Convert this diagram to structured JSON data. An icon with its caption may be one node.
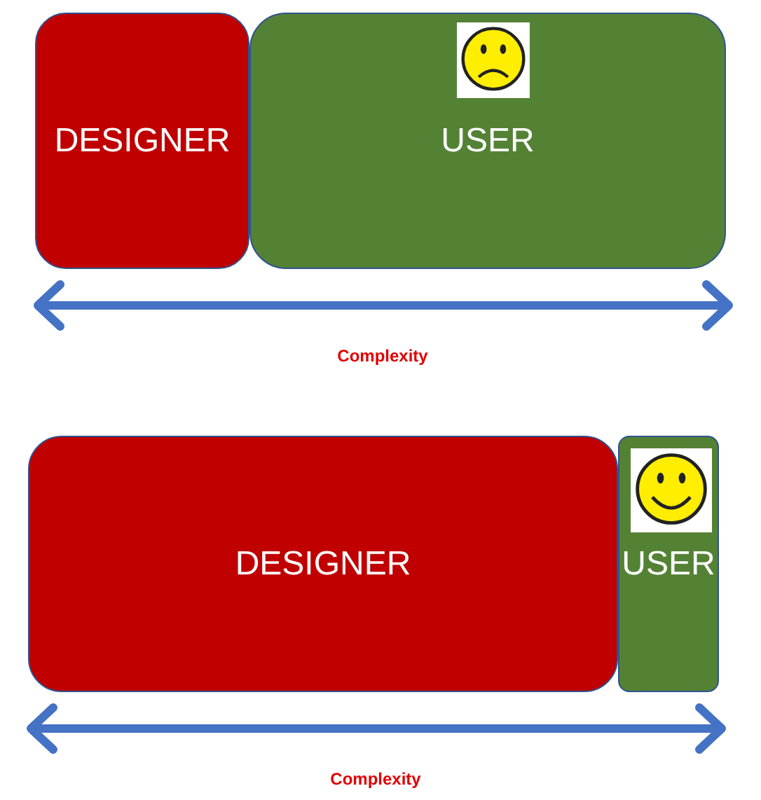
{
  "diagram": {
    "nodes": [
      {
        "text": [
          "DESIGNER"
        ]
      },
      {
        "text": [
          "USER"
        ]
      },
      {
        "text": [
          "DESIGNER"
        ]
      },
      {
        "text": [
          "USER"
        ]
      }
    ],
    "labels": [
      "Complexity",
      "Complexity"
    ]
  }
}
